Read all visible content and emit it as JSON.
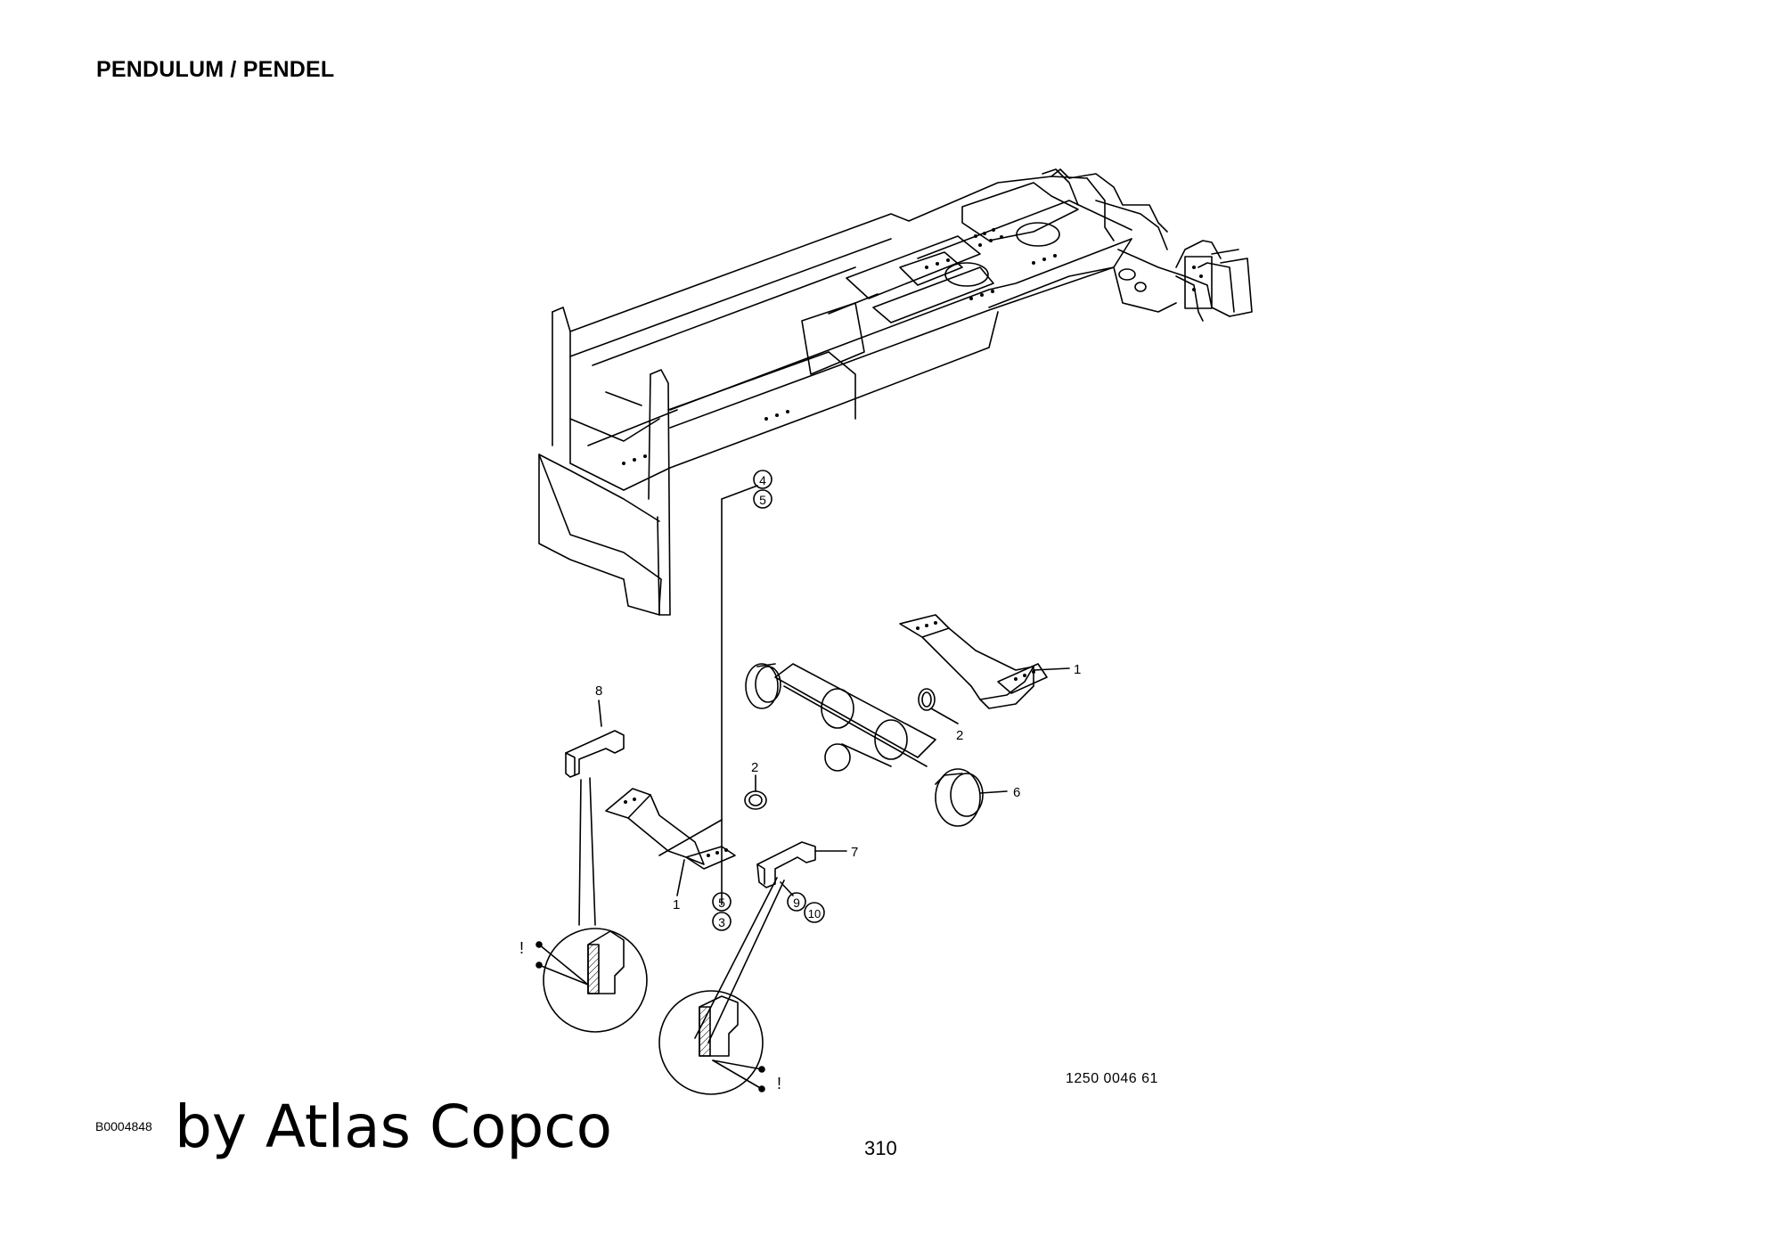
{
  "header": {
    "title": "PENDULUM / PENDEL"
  },
  "footer": {
    "doc_code": "B0004848",
    "watermark": "by Atlas Copco",
    "page_number": "310",
    "drawing_number": "1250 0046 61"
  },
  "diagram": {
    "callouts": {
      "frame_4": "4",
      "frame_5": "5",
      "bracket_right_1": "1",
      "seal_right_2": "2",
      "seal_left_2": "2",
      "hub_6": "6",
      "cap_8": "8",
      "cap_7": "7",
      "bracket_left_1": "1",
      "lower_5": "5",
      "lower_3": "3",
      "bolt_9": "9",
      "washer_10": "10",
      "weld_mark_left": "!",
      "weld_mark_right": "!"
    }
  }
}
